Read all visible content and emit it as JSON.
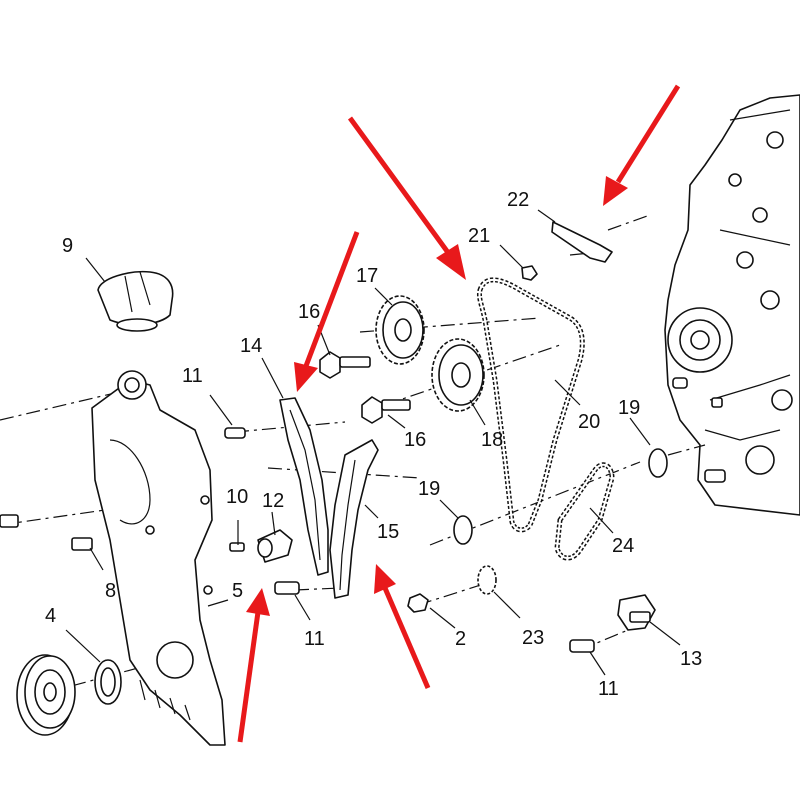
{
  "diagram": {
    "callouts": [
      {
        "id": "c9",
        "label": "9"
      },
      {
        "id": "c22",
        "label": "22"
      },
      {
        "id": "c21",
        "label": "21"
      },
      {
        "id": "c17",
        "label": "17"
      },
      {
        "id": "c16a",
        "label": "16"
      },
      {
        "id": "c14",
        "label": "14"
      },
      {
        "id": "c11a",
        "label": "11"
      },
      {
        "id": "c16b",
        "label": "16"
      },
      {
        "id": "c18",
        "label": "18"
      },
      {
        "id": "c20",
        "label": "20"
      },
      {
        "id": "c19a",
        "label": "19"
      },
      {
        "id": "c10",
        "label": "10"
      },
      {
        "id": "c12",
        "label": "12"
      },
      {
        "id": "c15",
        "label": "15"
      },
      {
        "id": "c19b",
        "label": "19"
      },
      {
        "id": "c24",
        "label": "24"
      },
      {
        "id": "c8",
        "label": "8"
      },
      {
        "id": "c5",
        "label": "5"
      },
      {
        "id": "c4",
        "label": "4"
      },
      {
        "id": "c11b",
        "label": "11"
      },
      {
        "id": "c2",
        "label": "2"
      },
      {
        "id": "c23",
        "label": "23"
      },
      {
        "id": "c13",
        "label": "13"
      },
      {
        "id": "c11c",
        "label": "11"
      }
    ],
    "arrow_color": "#e8191b",
    "line_color": "#111111"
  }
}
